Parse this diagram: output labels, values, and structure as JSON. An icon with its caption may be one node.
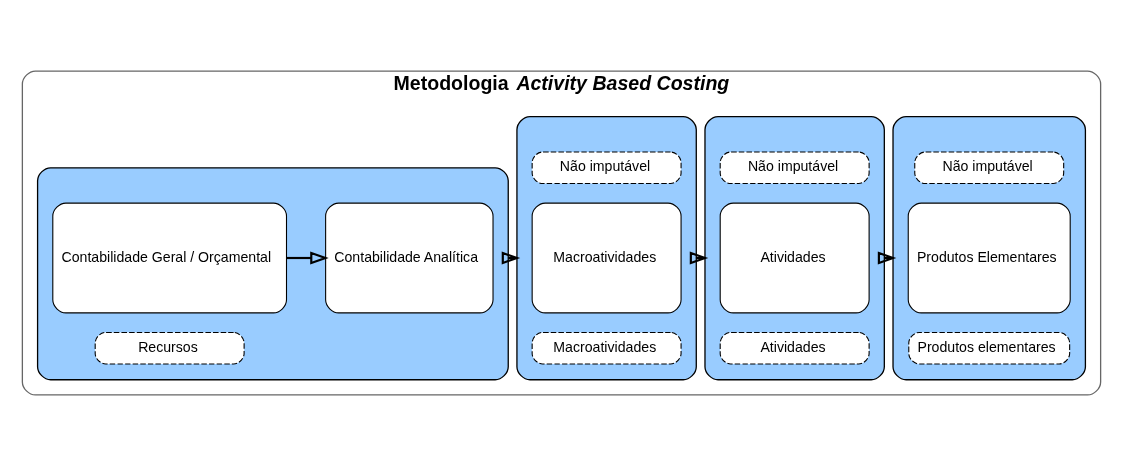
{
  "diagram": {
    "nodes": [
      {
        "text": [
          "Metodologia *Activity Based Costing*"
        ]
      },
      {
        "text": [],
        "shape": "box",
        "in": 0
      },
      {
        "text": [
          "Recursos"
        ],
        "in": 1
      },
      {
        "text": [
          "Contabilidade Geral / Orçamental"
        ],
        "in": 1
      },
      {
        "text": [
          "Contabilidade Analítica"
        ],
        "in": 1
      },
      {
        "text": [],
        "shape": "box",
        "in": 0
      },
      {
        "text": [
          "Macroatividades"
        ],
        "in": 5
      },
      {
        "text": [
          "Macroatividades"
        ],
        "in": 5
      },
      {
        "text": [
          "Não imputável"
        ],
        "in": 5
      },
      {
        "text": [],
        "shape": "box",
        "in": 0
      },
      {
        "text": [
          "Atividades"
        ],
        "in": 9
      },
      {
        "text": [
          "Atividades"
        ],
        "in": 9
      },
      {
        "text": [
          "Não imputável"
        ],
        "in": 9
      },
      {
        "text": [],
        "shape": "box",
        "in": 0
      },
      {
        "text": [
          "Produtos elementares"
        ],
        "in": 13
      },
      {
        "text": [
          "Produtos Elementares"
        ],
        "in": 13
      },
      {
        "text": [
          "Não imputável"
        ],
        "in": 13
      }
    ],
    "edges": [
      {
        "from": 3,
        "to": 4,
        "arrow": "to"
      },
      {
        "from": 1,
        "to": 5,
        "arrow": "to"
      },
      {
        "from": 5,
        "to": 9,
        "arrow": "to"
      },
      {
        "from": 9,
        "to": 13,
        "arrow": "to"
      }
    ]
  }
}
